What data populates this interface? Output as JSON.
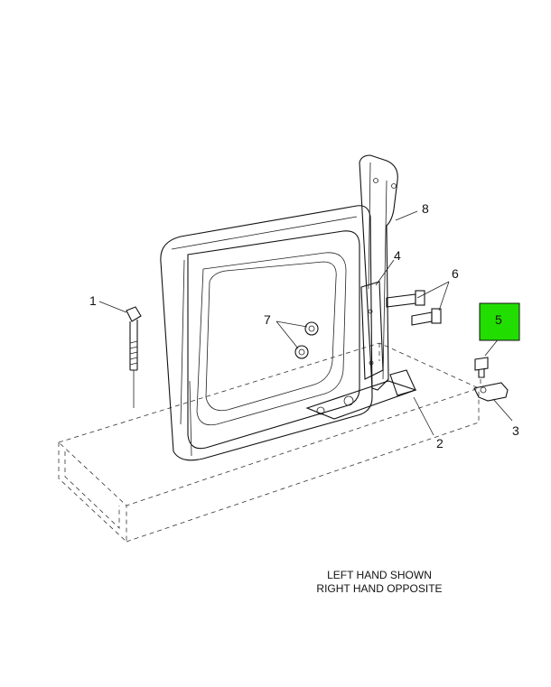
{
  "callouts": {
    "c1": "1",
    "c2": "2",
    "c3": "3",
    "c4": "4",
    "c5": "5",
    "c6": "6",
    "c7": "7",
    "c8": "8"
  },
  "highlight_color": "#22dd00",
  "note": {
    "line1": "LEFT HAND SHOWN",
    "line2": "RIGHT HAND OPPOSITE"
  }
}
